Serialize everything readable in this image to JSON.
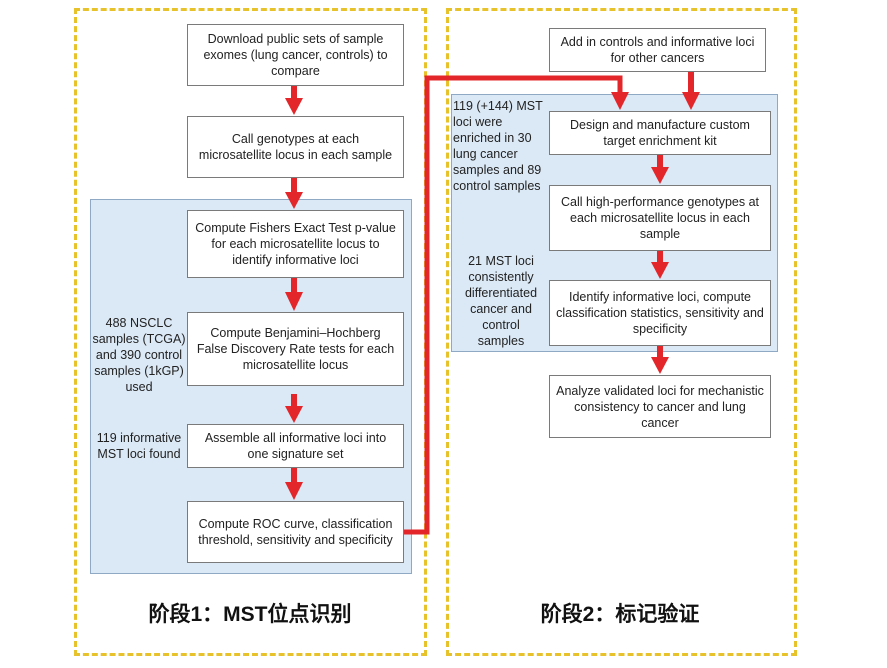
{
  "stage1": {
    "title": "阶段1：MST位点识别",
    "boxes": [
      "Download public sets of sample exomes (lung cancer, controls) to compare",
      "Call genotypes at each microsatellite locus in each sample",
      "Compute Fishers Exact Test p-value for each microsatellite locus to identify informative loci",
      "Compute Benjamini–Hochberg False Discovery Rate tests for each microsatellite locus",
      "Assemble all informative loci into one signature set",
      "Compute ROC curve, classification threshold, sensitivity and specificity"
    ],
    "notes": [
      "488 NSCLC samples (TCGA) and 390 control samples (1kGP) used",
      "119 informative MST loci found"
    ]
  },
  "stage2": {
    "title": "阶段2：标记验证",
    "boxes": [
      "Add in controls and informative loci for other cancers",
      "Design and manufacture custom target enrichment kit",
      "Call high-performance genotypes at each microsatellite locus in each sample",
      "Identify informative loci, compute classification statistics, sensitivity and specificity",
      "Analyze validated loci for mechanistic consistency to cancer and lung cancer"
    ],
    "notes": [
      "119 (+144) MST loci were enriched in 30 lung cancer samples and 89 control samples",
      "21 MST loci consistently differentiated cancer and control samples"
    ]
  },
  "colors": {
    "arrow": "#e3262a",
    "panel_border": "#e8c22a",
    "shade": "#dbe9f6"
  }
}
